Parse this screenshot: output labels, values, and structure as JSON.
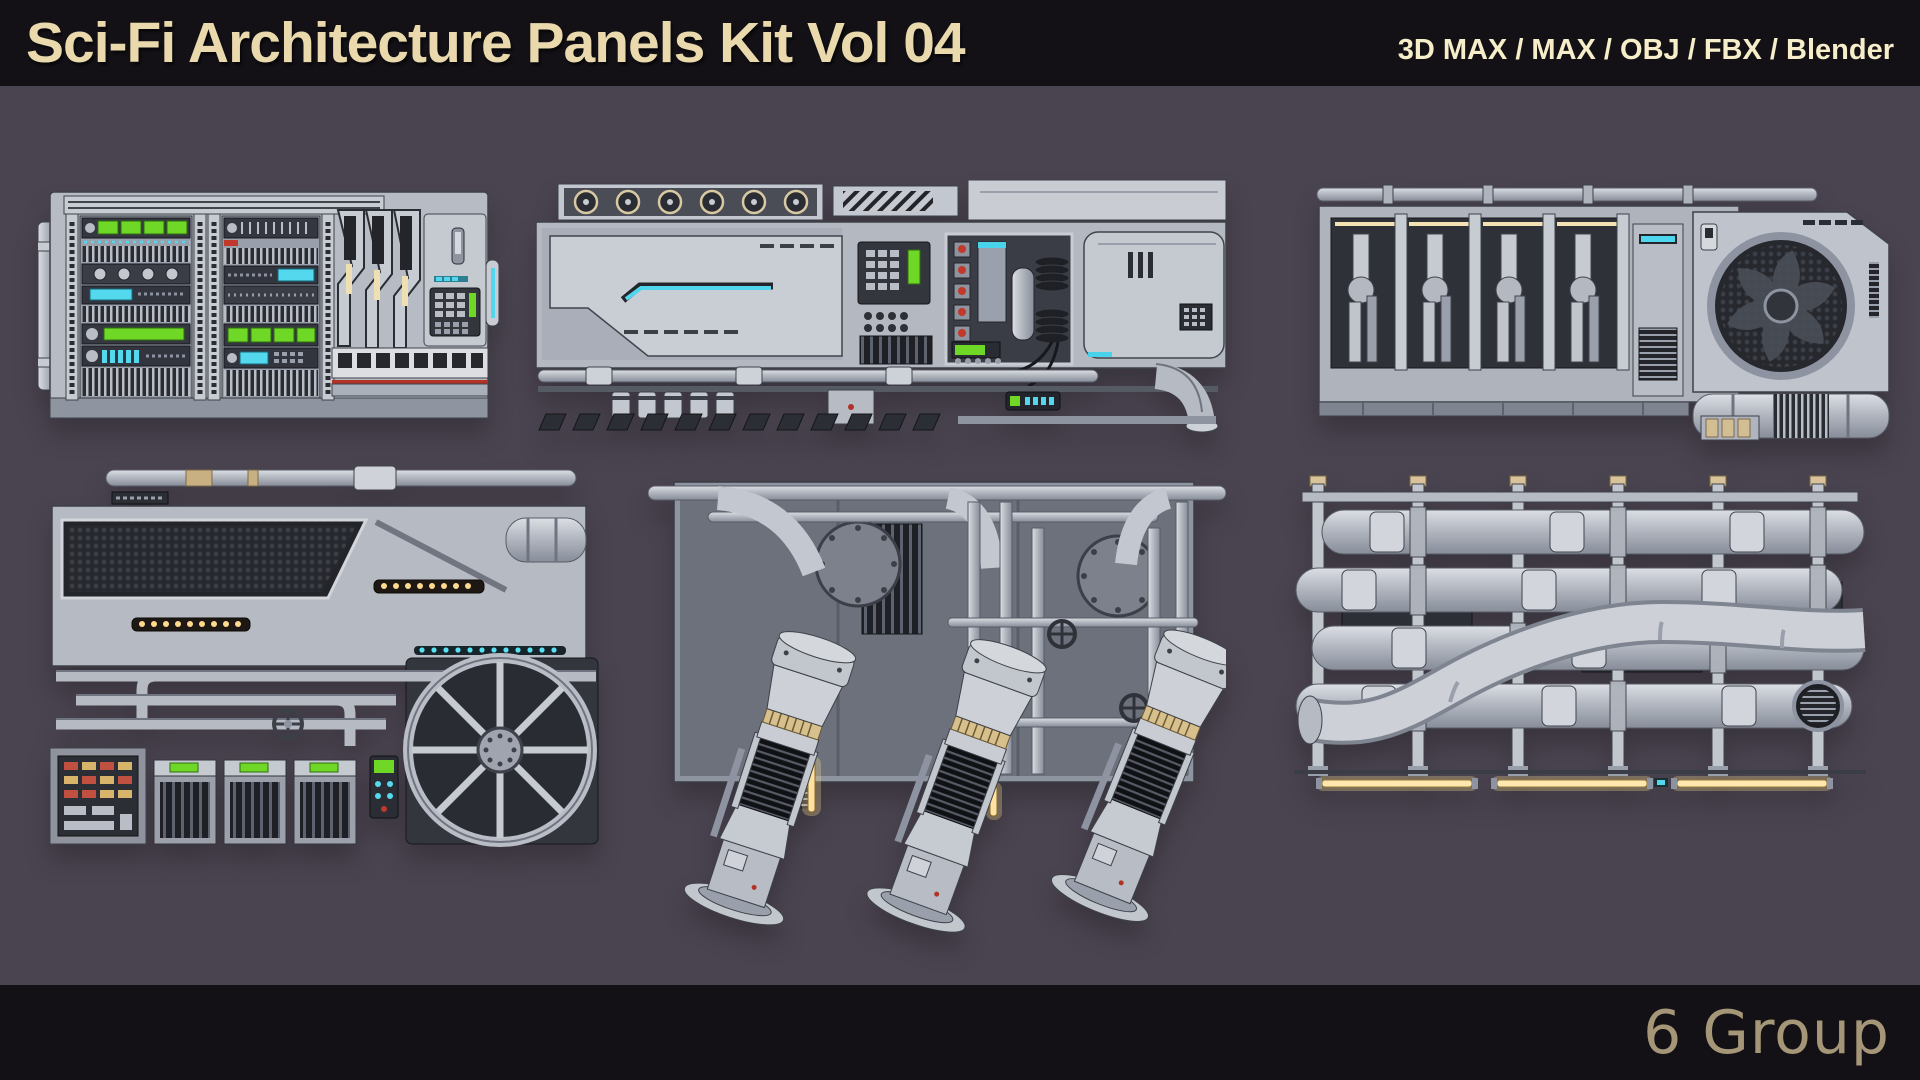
{
  "header": {
    "title": "Sci-Fi Architecture Panels Kit Vol 04",
    "formats": "3D MAX / MAX / OBJ / FBX / Blender"
  },
  "footer": {
    "group_label": "6 Group"
  },
  "palette": {
    "bar_background": "#131116",
    "canvas_background": "#4a4450",
    "title_cream": "#e9d9ac",
    "formats_cream": "#f6edc9",
    "footer_tan": "#a49677",
    "model_light": "#c9ccd3",
    "model_mid": "#b2b6bf",
    "model_dark": "#2b2d34",
    "accent_green": "#6fd827",
    "accent_cyan": "#52d7ef",
    "accent_amber": "#ffe1a1",
    "accent_gold": "#d8c08c",
    "accent_red": "#b23226"
  },
  "renders": [
    {
      "name": "rack-console-panel",
      "position": "top-left"
    },
    {
      "name": "pipe-console-panel",
      "position": "top-center"
    },
    {
      "name": "actuator-fan-panel",
      "position": "top-right"
    },
    {
      "name": "fan-manifold-panel",
      "position": "bottom-left"
    },
    {
      "name": "turbine-pipes-panel",
      "position": "bottom-center"
    },
    {
      "name": "pipe-rack-panel",
      "position": "bottom-right"
    }
  ]
}
